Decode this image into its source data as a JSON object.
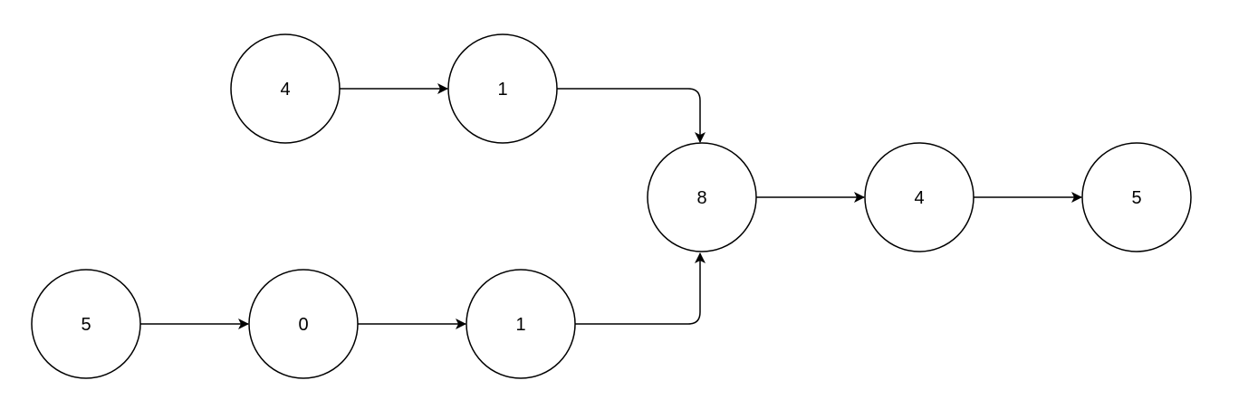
{
  "diagram": {
    "type": "linked-list-intersection",
    "colors": {
      "stroke": "#000000",
      "fill": "#ffffff",
      "text": "#000000",
      "background": "#ffffff"
    },
    "nodes": [
      {
        "id": "a1",
        "label": "4"
      },
      {
        "id": "a2",
        "label": "1"
      },
      {
        "id": "c1",
        "label": "8"
      },
      {
        "id": "c2",
        "label": "4"
      },
      {
        "id": "c3",
        "label": "5"
      },
      {
        "id": "b1",
        "label": "5"
      },
      {
        "id": "b2",
        "label": "0"
      },
      {
        "id": "b3",
        "label": "1"
      }
    ],
    "edges": [
      {
        "from": "a1",
        "to": "a2"
      },
      {
        "from": "a2",
        "to": "c1"
      },
      {
        "from": "c1",
        "to": "c2"
      },
      {
        "from": "c2",
        "to": "c3"
      },
      {
        "from": "b1",
        "to": "b2"
      },
      {
        "from": "b2",
        "to": "b3"
      },
      {
        "from": "b3",
        "to": "c1"
      }
    ]
  }
}
